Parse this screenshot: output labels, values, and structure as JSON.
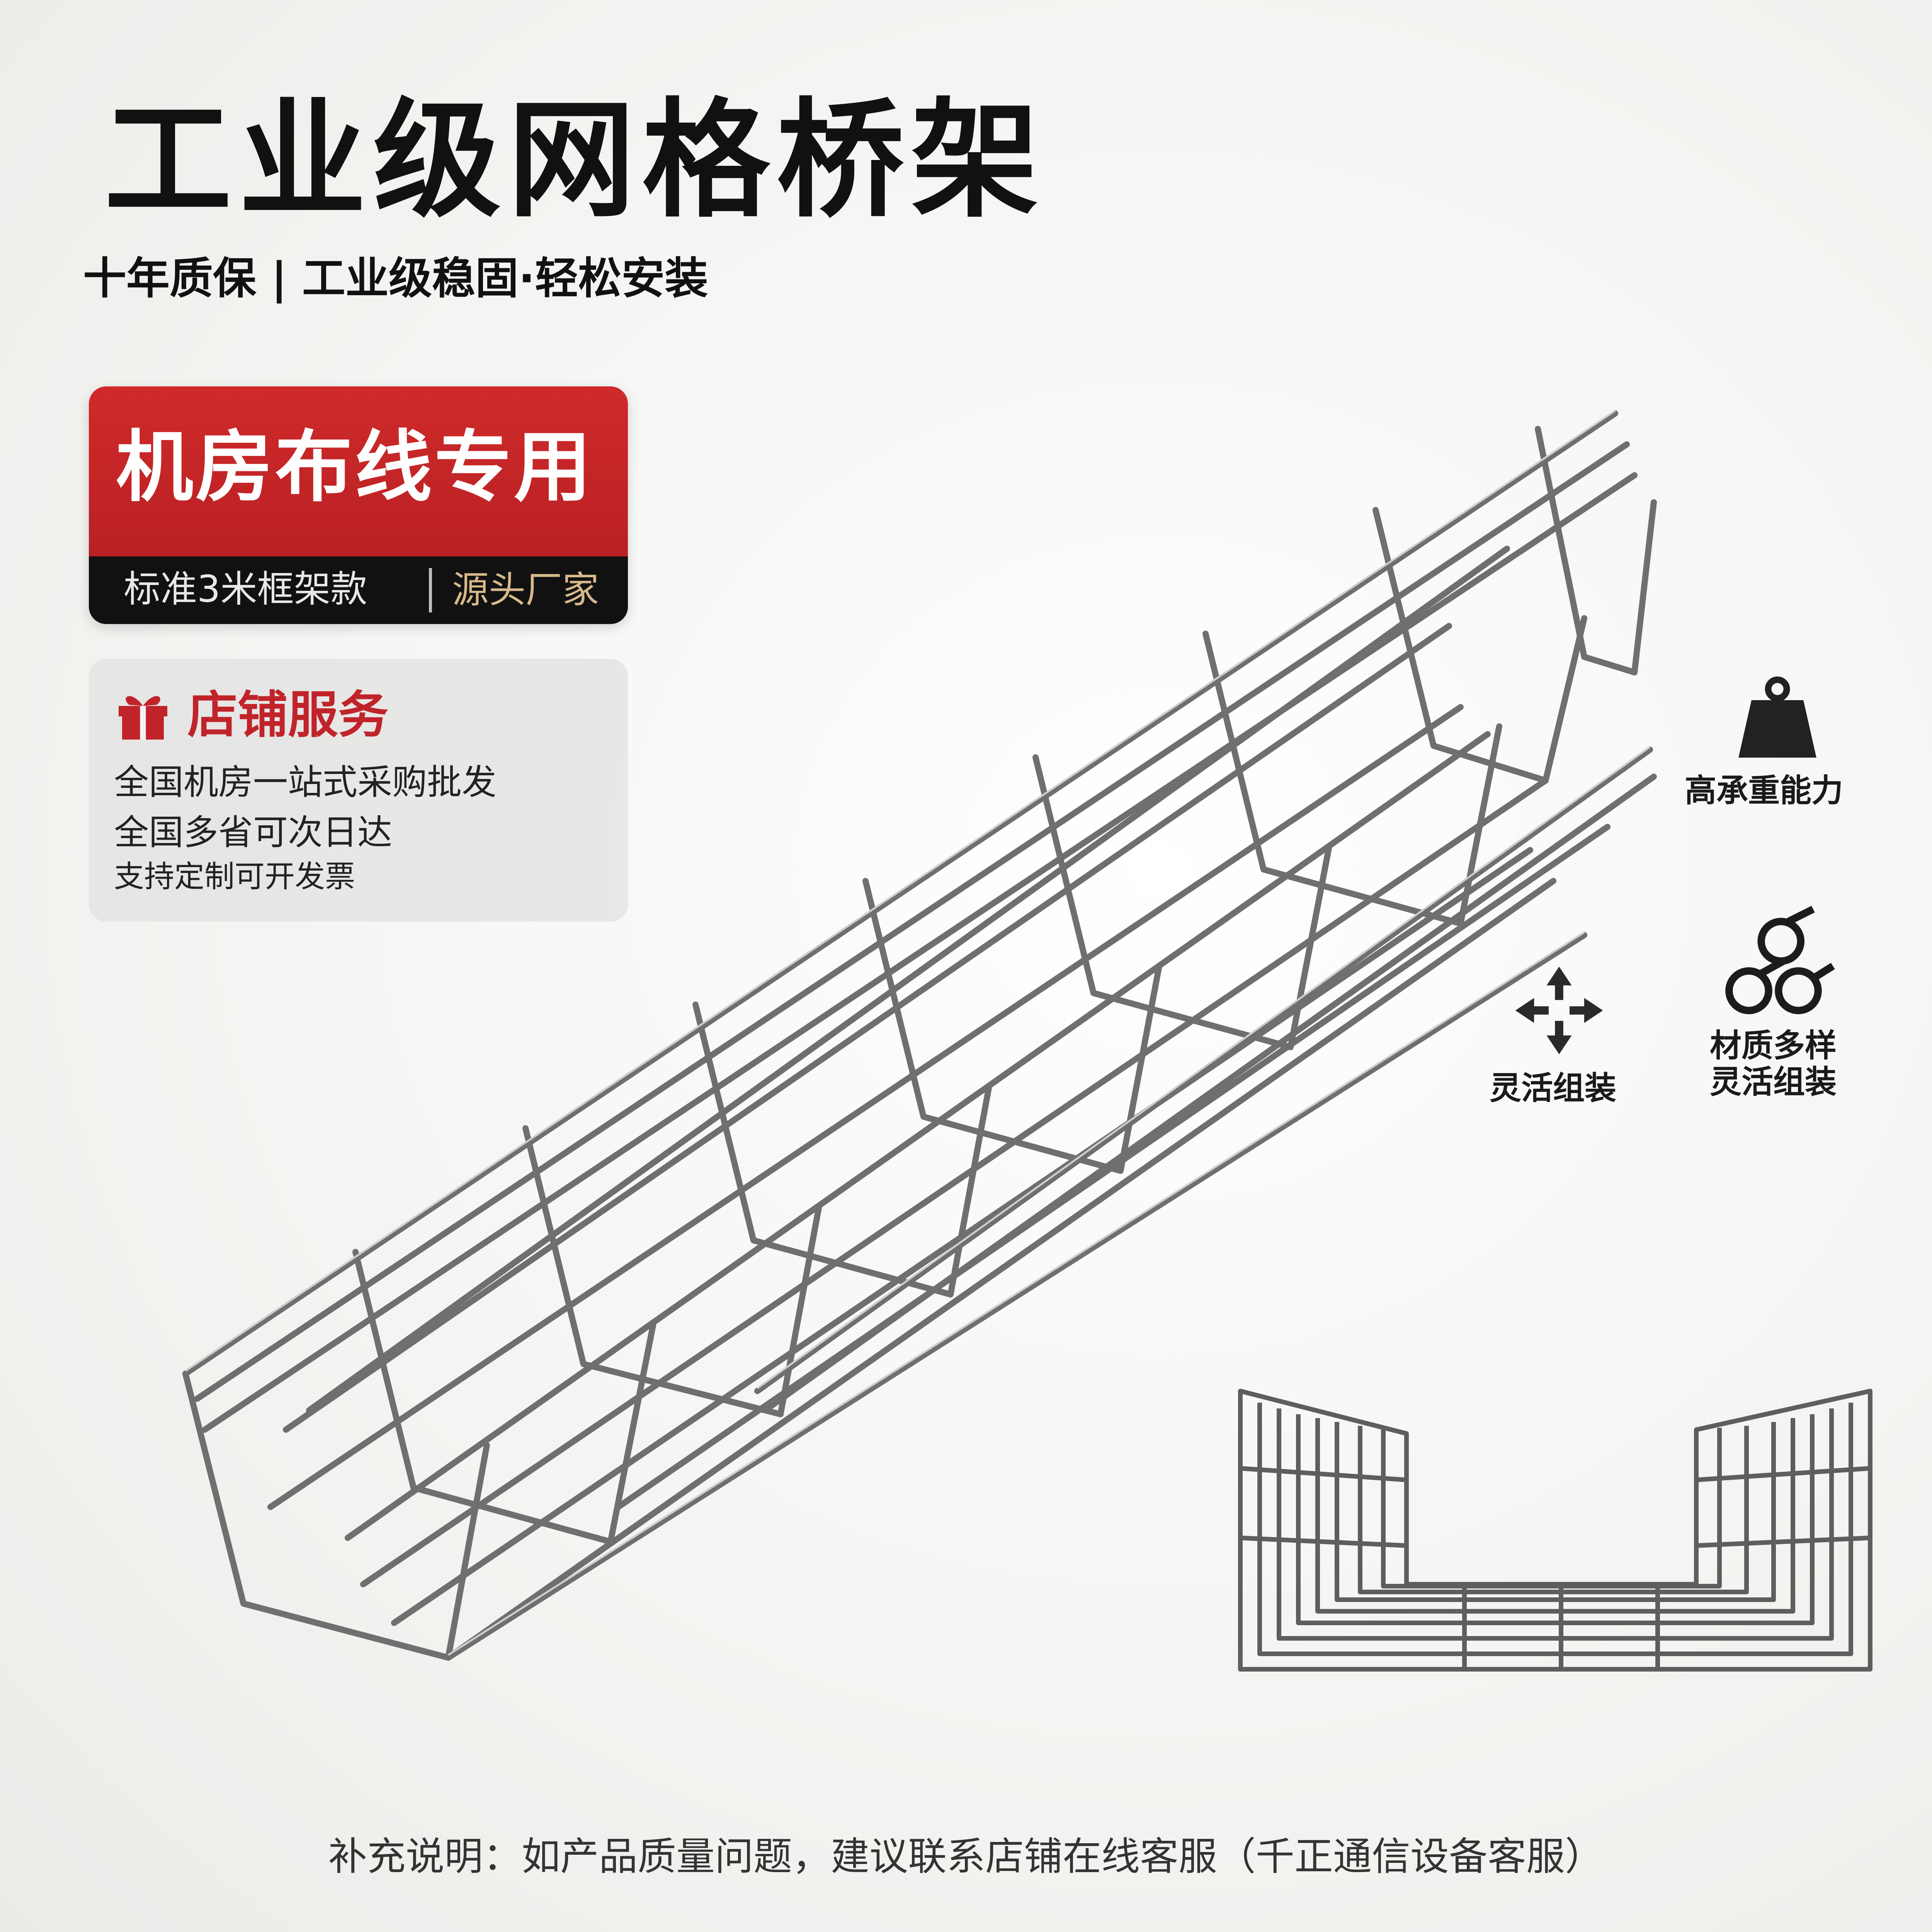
{
  "header": {
    "title": "工业级网格桥架",
    "subtitle": "十年质保 | 工业级稳固·轻松安装"
  },
  "promo": {
    "headline": "机房布线专用",
    "spec": "标准3米框架款",
    "source": "源头厂家"
  },
  "service": {
    "title": "店铺服务",
    "items": [
      "全国机房一站式采购批发",
      "全国多省可次日达",
      "支持定制可开发票"
    ]
  },
  "features": {
    "load": "高承重能力",
    "assembly": "灵活组装",
    "material_line1": "材质多样",
    "material_line2": "灵活组装"
  },
  "icons": {
    "gift": "gift-icon",
    "weight": "weight-icon",
    "assembly": "assembly-icon",
    "material": "pipes-icon"
  },
  "colors": {
    "accent_red": "#c0242a",
    "dark_strip": "#111111",
    "gold_text": "#d7b98a"
  },
  "footer": {
    "note": "补充说明：如产品质量问题，建议联系店铺在线客服（千正通信设备客服）"
  }
}
